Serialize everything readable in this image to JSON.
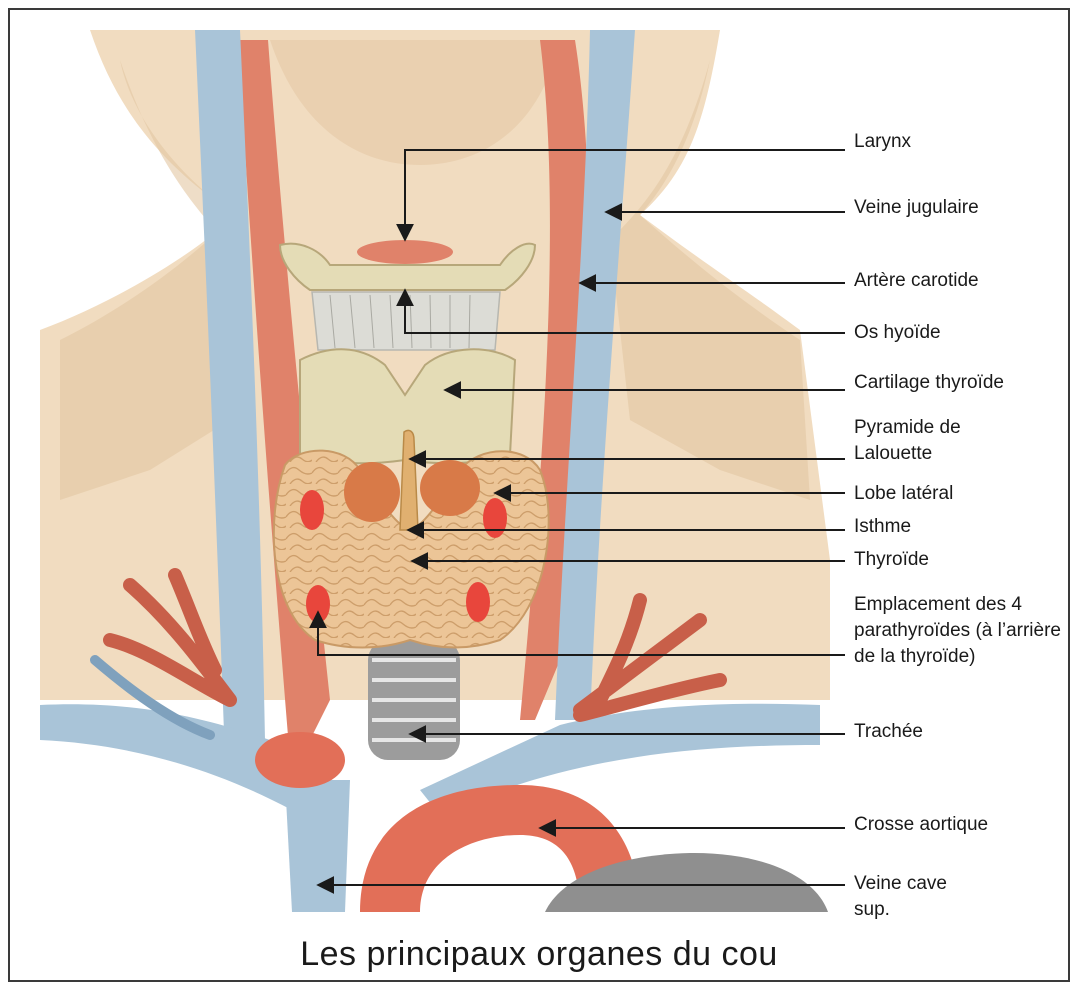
{
  "title": "Les principaux organes du cou",
  "colors": {
    "skin": "#f1dcc0",
    "skin_shadow": "#e3c7a2",
    "vein": "#a9c4d8",
    "vein_dark": "#7fa1bd",
    "artery": "#e0826a",
    "artery_dark": "#c85f49",
    "cartilage": "#e4dcb6",
    "thyroid": "#ecc597",
    "parathyroid": "#e8463c",
    "trachea": "#9c9c9c",
    "aorta": "#e26f58",
    "lung": "#8f8f8f",
    "leader": "#1a1a1a"
  },
  "labels": [
    {
      "id": "larynx",
      "text": "Larynx"
    },
    {
      "id": "veine-jugulaire",
      "text": "Veine jugulaire"
    },
    {
      "id": "artere-carotide",
      "text": "Artère carotide"
    },
    {
      "id": "os-hyoide",
      "text": "Os hyoïde"
    },
    {
      "id": "cartilage-thyroide",
      "text": "Cartilage thyroïde"
    },
    {
      "id": "pyramide",
      "text": "Pyramide de Lalouette"
    },
    {
      "id": "lobe-lateral",
      "text": "Lobe latéral"
    },
    {
      "id": "isthme",
      "text": "Isthme"
    },
    {
      "id": "thyroide",
      "text": "Thyroïde"
    },
    {
      "id": "parathyroides",
      "text": "Emplacement des 4 parathyroïdes (à l’arrière de la thyroïde)"
    },
    {
      "id": "trachee",
      "text": "Trachée"
    },
    {
      "id": "crosse-aortique",
      "text": "Crosse aortique"
    },
    {
      "id": "veine-cave",
      "text": "Veine cave sup."
    }
  ]
}
